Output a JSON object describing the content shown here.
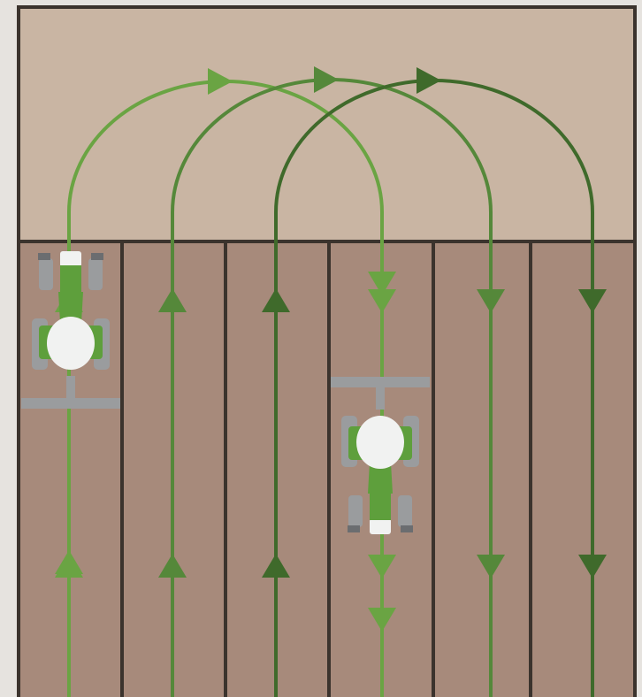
{
  "diagram": {
    "colors": {
      "page_background": "#e6e3df",
      "headland": "#c9b5a3",
      "field": "#a78a7b",
      "border": "#3b332d",
      "path_light": "#6aa443",
      "path_mid": "#55883a",
      "path_dark": "#3f6a2b",
      "tractor_body": "#f1f2f1",
      "tractor_green": "#5e9f3c",
      "tractor_grey": "#9a9c9e"
    },
    "paths": [
      {
        "shade": "path_light",
        "direction": "up-then-down"
      },
      {
        "shade": "path_mid",
        "direction": "up-then-down"
      },
      {
        "shade": "path_dark",
        "direction": "up-then-down"
      }
    ],
    "tractors": [
      {
        "facing": "up",
        "lane": 1
      },
      {
        "facing": "down",
        "lane": 4
      }
    ]
  }
}
